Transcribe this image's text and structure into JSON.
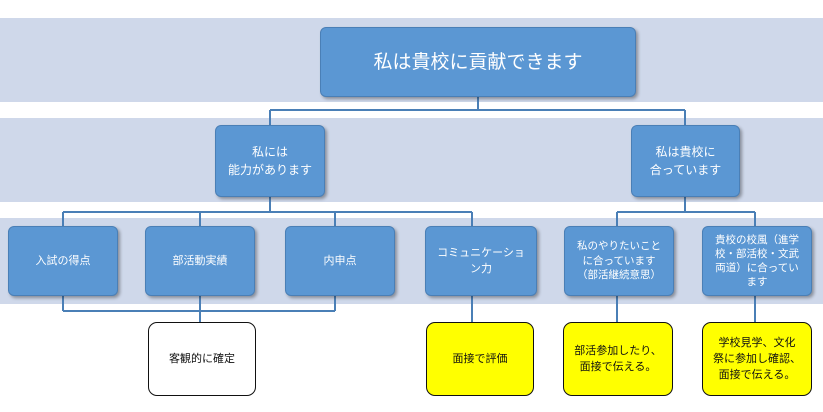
{
  "diagram": {
    "root": {
      "label": "私は貴校に貢献できます"
    },
    "level2": [
      {
        "id": "ability",
        "label": "私には\n能力があります"
      },
      {
        "id": "fit",
        "label": "私は貴校に\n合っています"
      }
    ],
    "level3": [
      {
        "id": "exam",
        "label": "入試の得点"
      },
      {
        "id": "club",
        "label": "部活動実績"
      },
      {
        "id": "report",
        "label": "内申点"
      },
      {
        "id": "comm",
        "label": "コミュニケーショ\nン力"
      },
      {
        "id": "want",
        "label": "私のやりたいこと\nに合っています\n（部活継続意思）"
      },
      {
        "id": "culture",
        "label": "貴校の校風（進学\n校・部活校・文武\n両道）に合ってい\nます"
      }
    ],
    "notes": [
      {
        "id": "objective",
        "label": "客観的に確定",
        "color": "#ffffff"
      },
      {
        "id": "interview",
        "label": "面接で評価",
        "color": "#ffff00"
      },
      {
        "id": "club_join",
        "label": "部活参加したり、\n面接で伝える。",
        "color": "#ffff00"
      },
      {
        "id": "visit",
        "label": "学校見学、文化\n祭に参加し確認、\n面接で伝える。",
        "color": "#ffff00"
      }
    ],
    "colors": {
      "band": "#cfd8ea",
      "node_fill": "#5b97d3",
      "connector": "#4a7fb6",
      "highlight": "#ffff00"
    }
  }
}
